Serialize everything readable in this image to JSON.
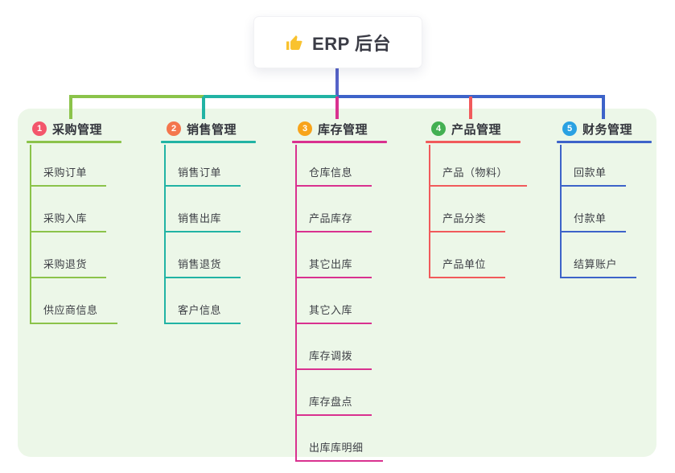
{
  "root": {
    "label": "ERP 后台",
    "icon": "thumbs-up-icon",
    "icon_color": "#f9c22e",
    "connector_color": "#5663c8"
  },
  "colors": {
    "canvas_bg": "#ffffff",
    "panel_bg": "#ecf7e8"
  },
  "branches": [
    {
      "number": "1",
      "label": "采购管理",
      "line_color": "#8bc34a",
      "badge_color": "#f3566b",
      "children": [
        {
          "label": "采购订单"
        },
        {
          "label": "采购入库"
        },
        {
          "label": "采购退货"
        },
        {
          "label": "供应商信息"
        }
      ]
    },
    {
      "number": "2",
      "label": "销售管理",
      "line_color": "#21b3a4",
      "badge_color": "#f4764d",
      "children": [
        {
          "label": "销售订单"
        },
        {
          "label": "销售出库"
        },
        {
          "label": "销售退货"
        },
        {
          "label": "客户信息"
        }
      ]
    },
    {
      "number": "3",
      "label": "库存管理",
      "line_color": "#d9318f",
      "badge_color": "#f8a41b",
      "children": [
        {
          "label": "仓库信息"
        },
        {
          "label": "产品库存"
        },
        {
          "label": "其它出库"
        },
        {
          "label": "其它入库"
        },
        {
          "label": "库存调拨"
        },
        {
          "label": "库存盘点"
        },
        {
          "label": "出库库明细"
        }
      ]
    },
    {
      "number": "4",
      "label": "产品管理",
      "line_color": "#f15a5b",
      "badge_color": "#43b052",
      "children": [
        {
          "label": "产品（物料）"
        },
        {
          "label": "产品分类"
        },
        {
          "label": "产品单位"
        }
      ]
    },
    {
      "number": "5",
      "label": "财务管理",
      "line_color": "#3d63c9",
      "badge_color": "#2aa1e2",
      "children": [
        {
          "label": "回款单"
        },
        {
          "label": "付款单"
        },
        {
          "label": "结算账户"
        }
      ]
    }
  ]
}
